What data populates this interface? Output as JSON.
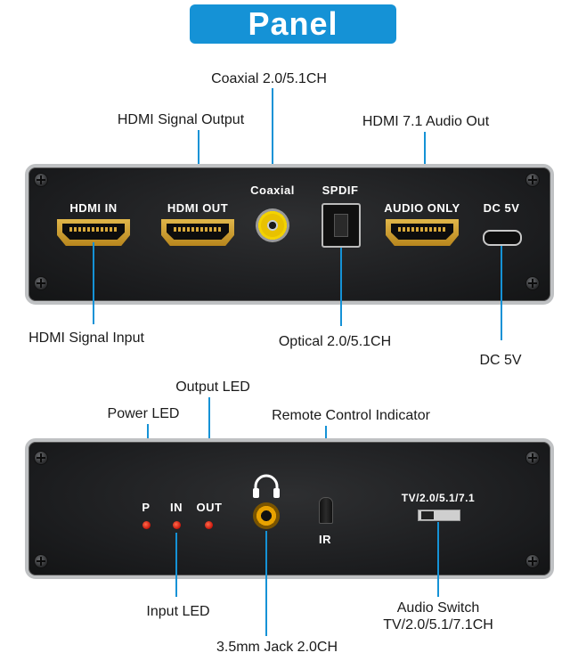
{
  "banner": {
    "title": "Panel"
  },
  "top_panel": {
    "ports": {
      "hdmi_in": "HDMI IN",
      "hdmi_out": "HDMI OUT",
      "coaxial": "Coaxial",
      "spdif": "SPDIF",
      "audio_only": "AUDIO ONLY",
      "dc": "DC 5V"
    },
    "callouts": {
      "coaxial": "Coaxial 2.0/5.1CH",
      "hdmi_output": "HDMI Signal Output",
      "hdmi_audio_out": "HDMI 7.1 Audio Out",
      "hdmi_input": "HDMI Signal Input",
      "optical": "Optical 2.0/5.1CH",
      "dc": "DC 5V"
    }
  },
  "bottom_panel": {
    "labels": {
      "p": "P",
      "in": "IN",
      "out": "OUT",
      "ir": "IR",
      "switch": "TV/2.0/5.1/7.1"
    },
    "callouts": {
      "output_led": "Output LED",
      "power_led": "Power LED",
      "remote": "Remote Control Indicator",
      "input_led": "Input LED",
      "audio_switch_line1": "Audio Switch",
      "audio_switch_line2": "TV/2.0/5.1/7.1CH",
      "jack": "3.5mm Jack 2.0CH"
    }
  },
  "colors": {
    "banner": "#1592d6",
    "leader_line": "#1592d6",
    "hdmi_gold": "#d4a53a",
    "coax_yellow": "#f3d300",
    "led_red": "#e0201a"
  }
}
